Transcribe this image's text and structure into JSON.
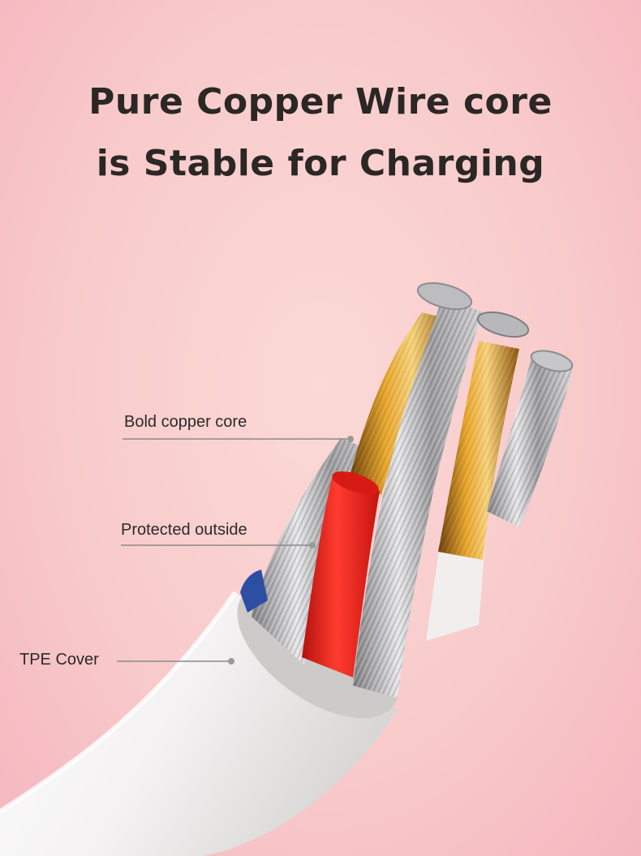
{
  "headline": {
    "line1": "Pure Copper Wire core",
    "line2": "is Stable for Charging"
  },
  "callouts": {
    "copper_core": "Bold copper core",
    "protected_outside": "Protected outside",
    "tpe_cover": "TPE Cover"
  },
  "colors": {
    "background": "#f8cbcb",
    "headline_text": "#2b2725",
    "cable_white": "#f4f2f2",
    "copper": "#c98a1c",
    "red_insulation": "#e3201b",
    "blue_insulation": "#2d4fa3",
    "silver_strands": "#a9a9ab"
  }
}
